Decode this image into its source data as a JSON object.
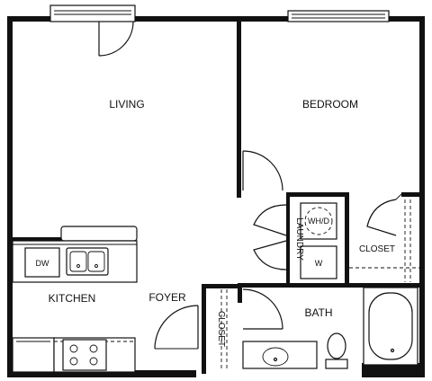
{
  "rooms": {
    "living": "LIVING",
    "bedroom": "BEDROOM",
    "kitchen": "KITCHEN",
    "foyer": "FOYER",
    "bath": "BATH",
    "closet_bedroom": "CLOSET",
    "closet_foyer": "CLOSET",
    "laundry": "LAUNDRY"
  },
  "fixtures": {
    "dishwasher": "DW",
    "washer_dryer": "WH/D",
    "washer": "W"
  }
}
